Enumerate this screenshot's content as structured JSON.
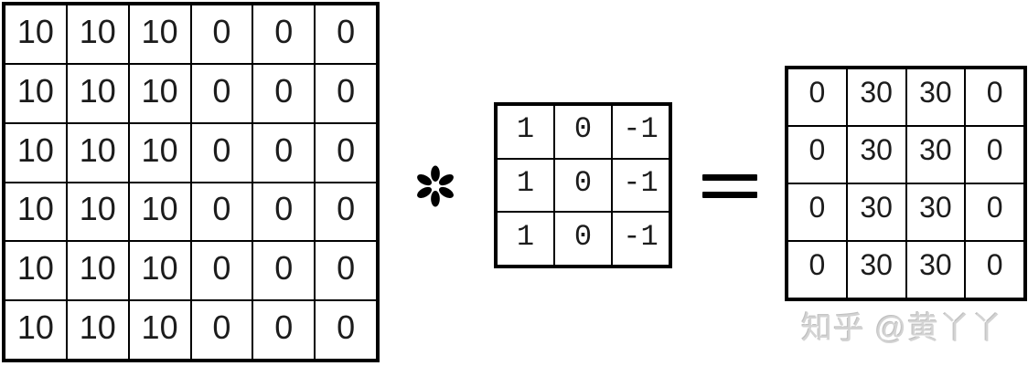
{
  "diagram": {
    "title_semantic": "convolution-example",
    "input_matrix": {
      "rows": [
        [
          10,
          10,
          10,
          0,
          0,
          0
        ],
        [
          10,
          10,
          10,
          0,
          0,
          0
        ],
        [
          10,
          10,
          10,
          0,
          0,
          0
        ],
        [
          10,
          10,
          10,
          0,
          0,
          0
        ],
        [
          10,
          10,
          10,
          0,
          0,
          0
        ],
        [
          10,
          10,
          10,
          0,
          0,
          0
        ]
      ]
    },
    "kernel_matrix": {
      "rows": [
        [
          1,
          0,
          -1
        ],
        [
          1,
          0,
          -1
        ],
        [
          1,
          0,
          -1
        ]
      ]
    },
    "output_matrix": {
      "rows": [
        [
          0,
          30,
          30,
          0
        ],
        [
          0,
          30,
          30,
          0
        ],
        [
          0,
          30,
          30,
          0
        ],
        [
          0,
          30,
          30,
          0
        ]
      ]
    },
    "operators": {
      "convolution": "*",
      "equals": "="
    },
    "watermark": {
      "text": "知乎 @黄丫丫"
    }
  },
  "colors": {
    "background": "#ffffff",
    "grid_border": "#000000",
    "digit_text": "#1c1c1c",
    "watermark_gray": "#d3d3d3"
  }
}
